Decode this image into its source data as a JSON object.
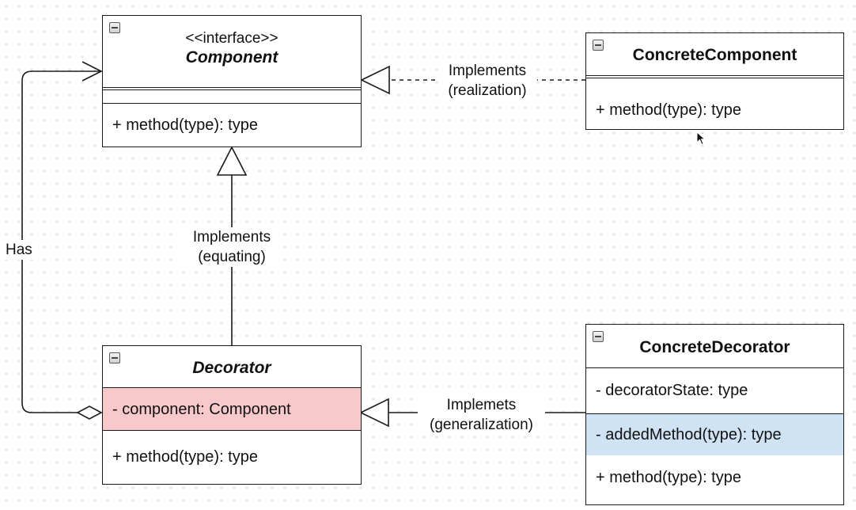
{
  "classes": {
    "component": {
      "stereotype": "<<interface>>",
      "name": "Component",
      "methods": [
        "+ method(type): type"
      ]
    },
    "concrete_component": {
      "name": "ConcreteComponent",
      "methods": [
        "+ method(type): type"
      ]
    },
    "decorator": {
      "name": "Decorator",
      "attributes": [
        "- component: Component"
      ],
      "methods": [
        "+ method(type): type"
      ]
    },
    "concrete_decorator": {
      "name": "ConcreteDecorator",
      "attributes": [
        "- decoratorState: type"
      ],
      "methods": [
        "- addedMethod(type): type",
        "+ method(type): type"
      ]
    }
  },
  "edges": {
    "has": {
      "label": "Has"
    },
    "realization": {
      "line1": "Implements",
      "line2": "(realization)"
    },
    "equating": {
      "line1": "Implements",
      "line2": "(equating)"
    },
    "generalization": {
      "line1": "Implemets",
      "line2": "(generalization)"
    }
  },
  "colors": {
    "attribute_highlight": "#f8c9cb",
    "method_highlight": "#cfe3f5",
    "line": "#1a1a1a"
  }
}
